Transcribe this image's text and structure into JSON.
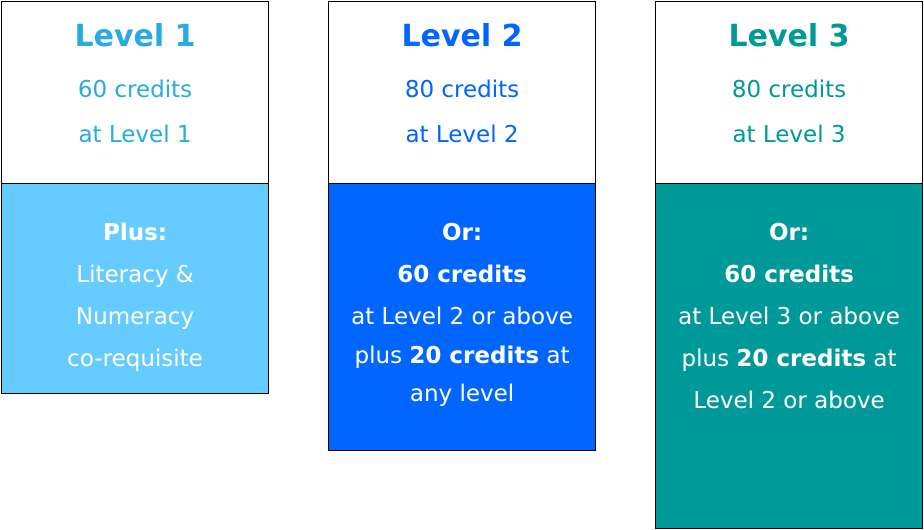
{
  "colors": {
    "level1_accent": "#29abe2",
    "level1_fill": "#66ccff",
    "level2_accent": "#0066ff",
    "level2_fill": "#0066ff",
    "level3_accent": "#009999",
    "level3_fill": "#009999",
    "border": "#000000",
    "on_fill_text": "#ffffff"
  },
  "level1": {
    "title": "Level 1",
    "credits": "60 credits",
    "at_level": "at Level 1",
    "plus_label": "Plus:",
    "line1": "Literacy &",
    "line2": "Numeracy",
    "line3": "co-requisite"
  },
  "level2": {
    "title": "Level 2",
    "credits": "80 credits",
    "at_level": "at Level 2",
    "or_label": "Or:",
    "alt_credits": "60 credits",
    "alt_at_level": "at Level 2 or above",
    "plus_word": "plus",
    "plus_credits": "20 credits",
    "at_word": "at",
    "final_line": "any level"
  },
  "level3": {
    "title": "Level 3",
    "credits": "80 credits",
    "at_level": "at Level 3",
    "or_label": "Or:",
    "alt_credits": "60 credits",
    "alt_at_level": "at Level 3 or above",
    "plus_word": "plus",
    "plus_credits": "20 credits",
    "at_word": "at",
    "final_line": "Level 2 or above"
  }
}
